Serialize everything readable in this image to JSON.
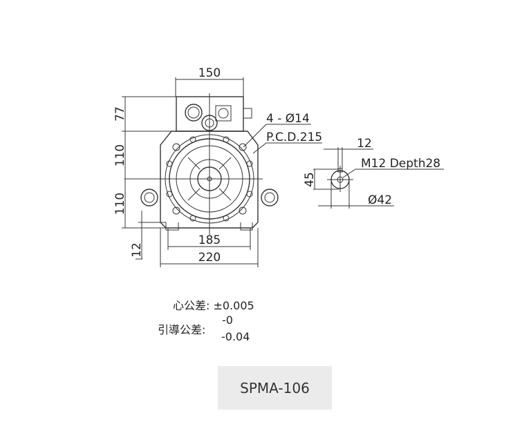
{
  "drawing": {
    "dims": {
      "box_width": "150",
      "box_height": "77",
      "upper_half": "110",
      "lower_half": "110",
      "foot_height": "12",
      "foot_span": "185",
      "overall_width": "220",
      "bolt_holes": "4 - Ø14",
      "pcd": "P.C.D.215"
    },
    "shaft_detail": {
      "key_width": "12",
      "tap": "M12 Depth28",
      "height": "45",
      "diameter": "Ø42"
    }
  },
  "tolerances": {
    "center_label": "心公差:",
    "center_value": "±0.005",
    "guide_label": "引導公差:",
    "guide_upper": "-0",
    "guide_lower": "-0.04"
  },
  "model_button": "SPMA-106"
}
